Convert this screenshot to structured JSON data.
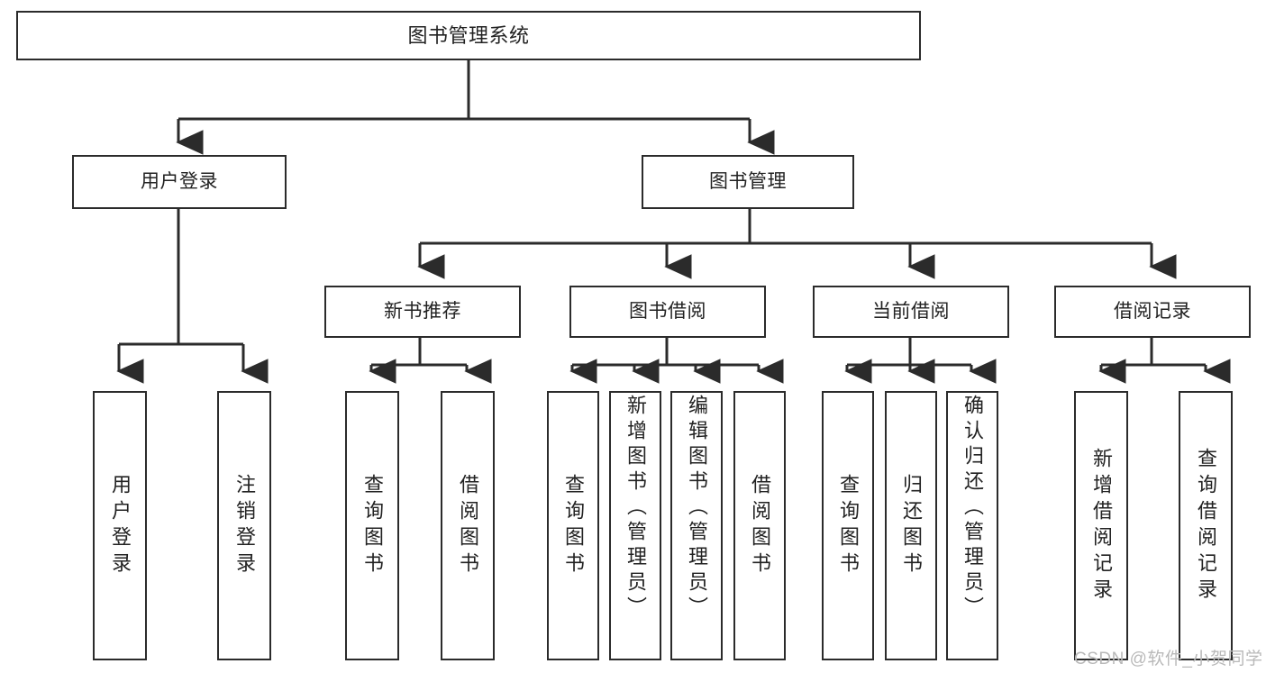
{
  "diagram": {
    "title": "图书管理系统",
    "root": {
      "label": "图书管理系统"
    },
    "level1": [
      {
        "label": "用户登录"
      },
      {
        "label": "图书管理"
      }
    ],
    "level2": [
      {
        "label": "新书推荐"
      },
      {
        "label": "图书借阅"
      },
      {
        "label": "当前借阅"
      },
      {
        "label": "借阅记录"
      }
    ],
    "leaves": [
      {
        "label": "用户登录",
        "parent": "用户登录"
      },
      {
        "label": "注销登录",
        "parent": "用户登录"
      },
      {
        "label": "查询图书",
        "parent": "新书推荐"
      },
      {
        "label": "借阅图书",
        "parent": "新书推荐"
      },
      {
        "label": "查询图书",
        "parent": "图书借阅"
      },
      {
        "label": "新增图书（管理员）",
        "parent": "图书借阅"
      },
      {
        "label": "编辑图书（管理员）",
        "parent": "图书借阅"
      },
      {
        "label": "借阅图书",
        "parent": "图书借阅"
      },
      {
        "label": "查询图书",
        "parent": "当前借阅"
      },
      {
        "label": "归还图书",
        "parent": "当前借阅"
      },
      {
        "label": "确认归还（管理员）",
        "parent": "当前借阅"
      },
      {
        "label": "新增借阅记录",
        "parent": "借阅记录"
      },
      {
        "label": "查询借阅记录",
        "parent": "借阅记录"
      }
    ],
    "watermark": "CSDN @软件_小贺同学",
    "colors": {
      "stroke": "#2b2b2b",
      "background": "#ffffff",
      "text": "#222222",
      "watermark": "#b9b9b9"
    }
  }
}
